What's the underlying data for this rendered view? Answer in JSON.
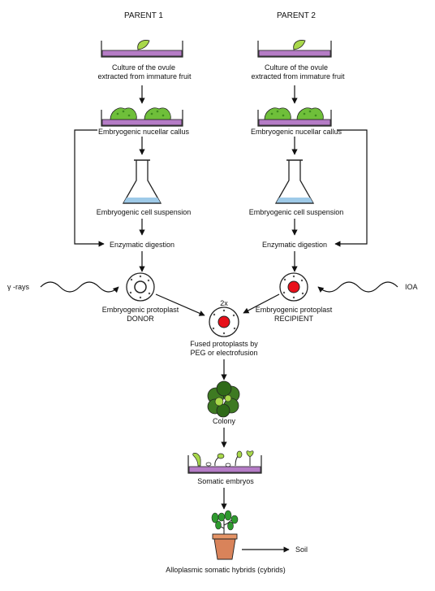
{
  "parents": {
    "p1": "PARENT 1",
    "p2": "PARENT 2"
  },
  "steps": {
    "ovule_culture_1": "Culture of the ovule",
    "ovule_culture_2": "extracted from immature fruit",
    "callus": "Embryogenic nucellar callus",
    "suspension": "Embryogenic cell suspension",
    "digestion": "Enzymatic digestion",
    "protoplast": "Embryogenic protoplast",
    "donor": "DONOR",
    "recipient": "RECIPIENT",
    "fused_1": "Fused protoplasts by",
    "fused_2": "PEG or electrofusion",
    "colony": "Colony",
    "somatic_embryos": "Somatic embryos",
    "soil": "Soil",
    "cybrids": "Alloplasmic somatic hybrids (cybrids)"
  },
  "treatments": {
    "gamma": "γ -rays",
    "ioa": "IOA",
    "ploidy": "2x"
  },
  "colors": {
    "dish": "#b57cc6",
    "callus": "#6fbf3a",
    "leaf": "#a8d84a",
    "nucleus": "#e8101a",
    "pot": "#d9835a",
    "liquid": "#9ecae8"
  }
}
